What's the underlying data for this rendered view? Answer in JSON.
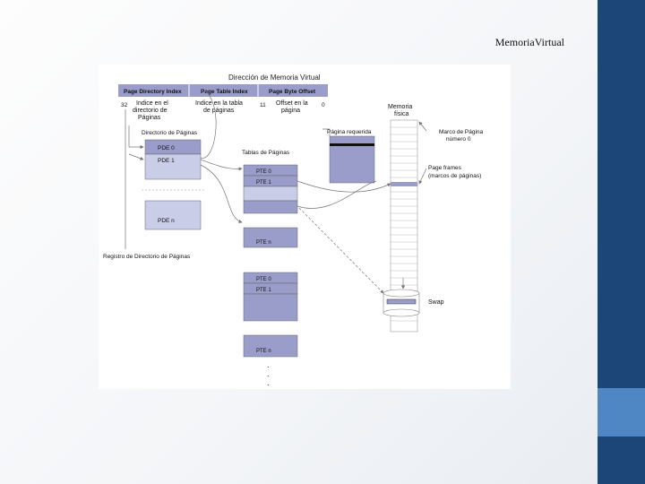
{
  "slide": {
    "title": "MemoriaVirtual"
  },
  "colors": {
    "accent_dark": "#1d4678",
    "accent_light": "#4f86c4",
    "table_fill": "#c9cde8",
    "table_dark": "#9a9dca",
    "arrow": "#777777"
  },
  "diagram": {
    "vaddr_title": "Dirección de Memoria Virtual",
    "field_pd": "Page Directory Index",
    "field_pt": "Page Table Index",
    "field_off": "Page Byte Offset",
    "bit_left": "32",
    "bit_mid": "11",
    "bit_right": "0",
    "desc_pd_1": "Indice en el",
    "desc_pd_2": "directorio de",
    "desc_pd_3": "Páginas",
    "desc_pt_1": "Indice en la tabla",
    "desc_pt_2": "de páginas",
    "desc_off_1": "Offset en la",
    "desc_off_2": "página",
    "dir_title": "Directorio de Páginas",
    "pde0": "PDE 0",
    "pde1": "PDE 1",
    "pden": "PDE n",
    "pt_title": "Tablas de Páginas",
    "pte0": "PTE 0",
    "pte1": "PTE 1",
    "pten": "PTE n",
    "pte0_b": "PTE 0",
    "pte1_b": "PTE 1",
    "pten_b": "PTE n",
    "req_page": "Página requerida",
    "mem_1": "Memoria",
    "mem_2": "física",
    "frame0_1": "Marco de Página",
    "frame0_2": "número 0",
    "frames_1": "Page frames",
    "frames_2": "(marcos de páginas)",
    "swap": "Swap",
    "reg": "Registro de Directorio de Páginas",
    "dot": "."
  }
}
